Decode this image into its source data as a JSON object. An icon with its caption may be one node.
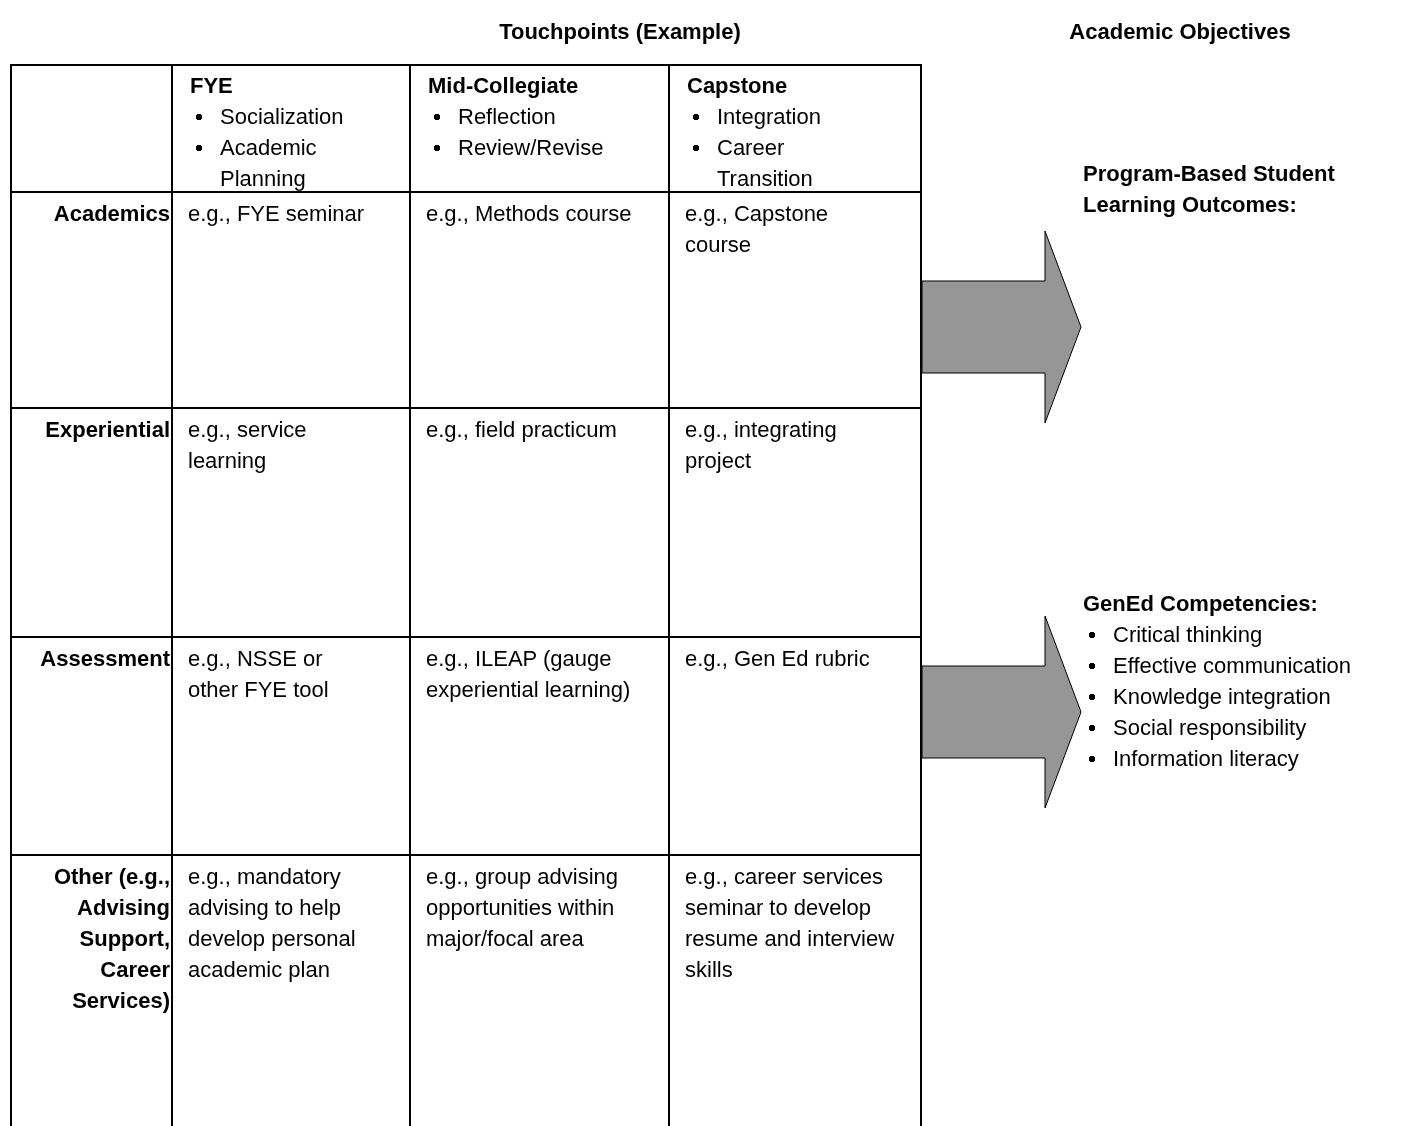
{
  "diagram": {
    "nodes": [
      {
        "text": [],
        "shape": "box"
      },
      {
        "text": [
          "Program-Based Student Learning Outcomes:"
        ]
      },
      {
        "text": [
          "GenEd Competencies:",
          "Critical thinking",
          "Effective communication",
          "Knowledge integration",
          "Social responsibility",
          "Information literacy"
        ]
      }
    ],
    "edges": [
      {
        "from": 0,
        "to": 1,
        "arrow": "to"
      },
      {
        "from": 0,
        "to": 2,
        "arrow": "to"
      }
    ],
    "labels": [
      "Touchpoints (Example)",
      "Academic Objectives",
      "FYE",
      "Socialization",
      "Academic Planning",
      "Mid-Collegiate",
      "Reflection",
      "Review/Revise",
      "Capstone",
      "Integration",
      "Career Transition",
      "Academics",
      "e.g., FYE seminar",
      "e.g., Methods course",
      "e.g., Capstone course",
      "Experiential",
      "e.g., service learning",
      "e.g., field practicum",
      "e.g., integrating project",
      "Assessment",
      "e.g., NSSE or other FYE tool",
      "e.g., ILEAP (gauge experiential learning)",
      "e.g., Gen Ed rubric",
      "Other (e.g., Advising Support, Career Services)",
      "e.g., mandatory advising to help develop personal academic plan",
      "e.g., group advising opportunities within major/focal area",
      "e.g., career services seminar to develop resume and interview skills"
    ]
  }
}
